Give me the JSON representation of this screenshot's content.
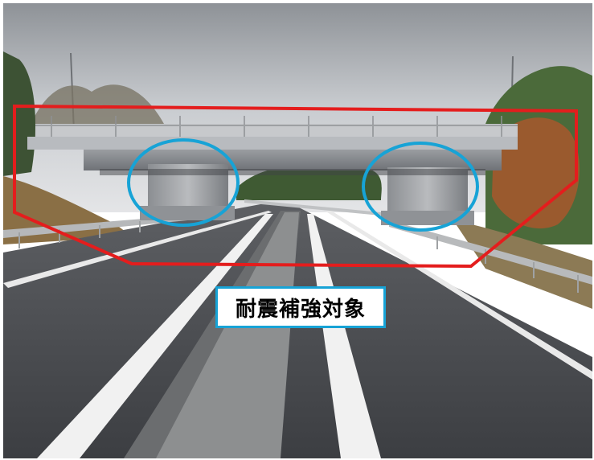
{
  "caption": {
    "text": "耐震補強対象"
  },
  "colors": {
    "target_outline": "#e41d1d",
    "pier_highlight": "#17a3d6",
    "caption_border": "#17a3d6"
  },
  "photo": {
    "subject_icons": [
      "overpass-bridge",
      "highway",
      "bridge-pier",
      "guardrail",
      "trees"
    ]
  }
}
